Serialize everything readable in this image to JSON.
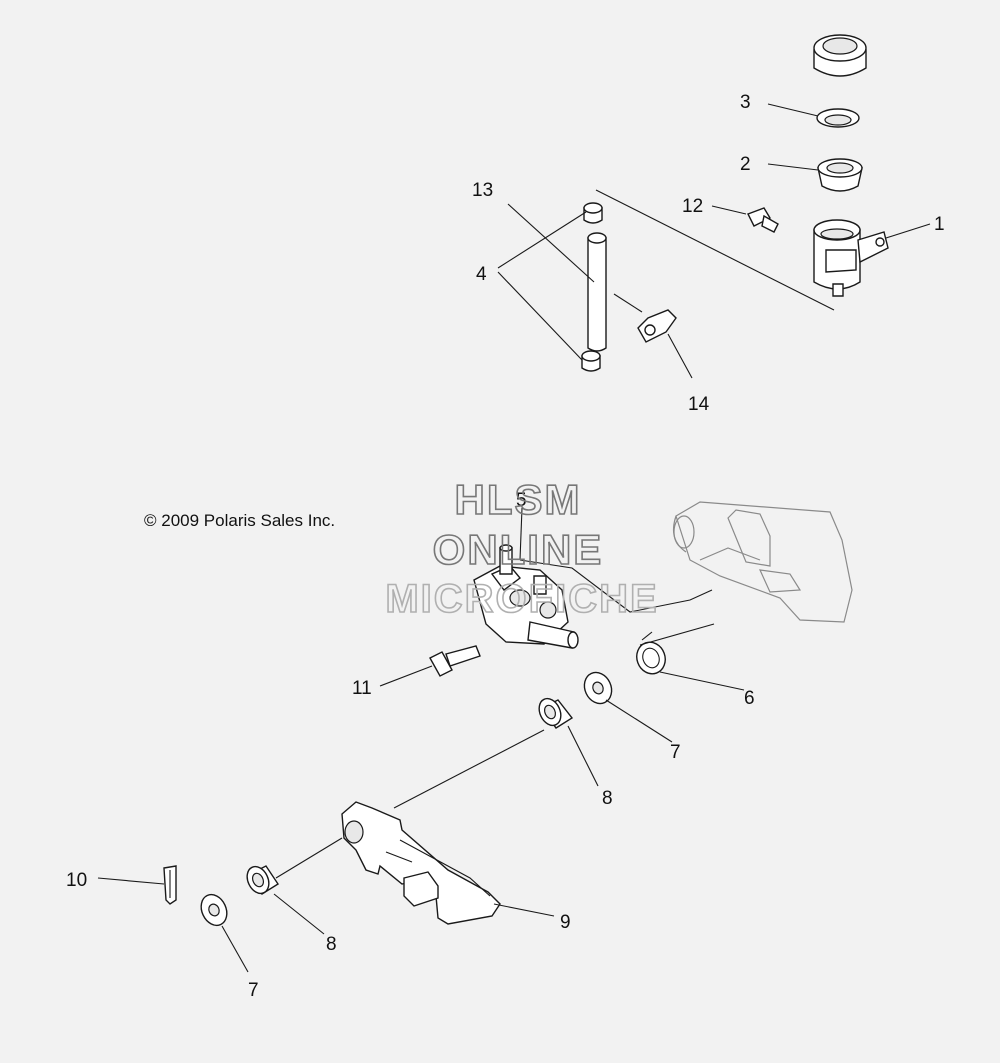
{
  "copyright": "© 2009 Polaris Sales Inc.",
  "watermark": {
    "line1": "HLSM",
    "line2": "ONLINE",
    "line3": "MICROFICHE"
  },
  "callouts": {
    "c1": "1",
    "c2": "2",
    "c3": "3",
    "c4": "4",
    "c5": "5",
    "c6": "6",
    "c7a": "7",
    "c7b": "7",
    "c8a": "8",
    "c8b": "8",
    "c9": "9",
    "c10": "10",
    "c11": "11",
    "c12": "12",
    "c13": "13",
    "c14": "14"
  }
}
